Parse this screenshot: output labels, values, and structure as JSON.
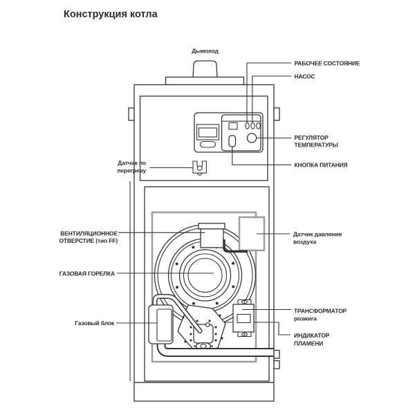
{
  "title": "Конструкция котла",
  "diagram": {
    "labels": {
      "chimney": "Дымоход",
      "operating_state": "РАБОЧЕЕ СОСТОЯНИЕ",
      "pump": "НАСОС",
      "temp_regulator_1": "РЕГУЛЯТОР",
      "temp_regulator_2": "ТЕМПЕРАТУРЫ",
      "power_button": "КНОПКА ПИТАНИЯ",
      "overheat_sensor_1": "Датчик по",
      "overheat_sensor_2": "перегреву",
      "vent_opening_1": "ВЕНТИЛЯЦИОННОЕ",
      "vent_opening_2": "ОТВЕРСТИЕ (тип FF)",
      "gas_burner": "ГАЗОВАЯ ГОРЕЛКА",
      "air_pressure_1": "Датчик давления",
      "air_pressure_2": "воздуха",
      "gas_block": "Газовый блок",
      "ignition_transformer_1": "ТРАНСФОРМАТОР",
      "ignition_transformer_2": "розжига",
      "flame_indicator_1": "ИНДИКАТОР",
      "flame_indicator_2": "ПЛАМЕНИ"
    },
    "colors": {
      "line": "#333333",
      "gray": "#9e9e9e",
      "text": "#2b2b2b",
      "background": "#ffffff"
    }
  }
}
